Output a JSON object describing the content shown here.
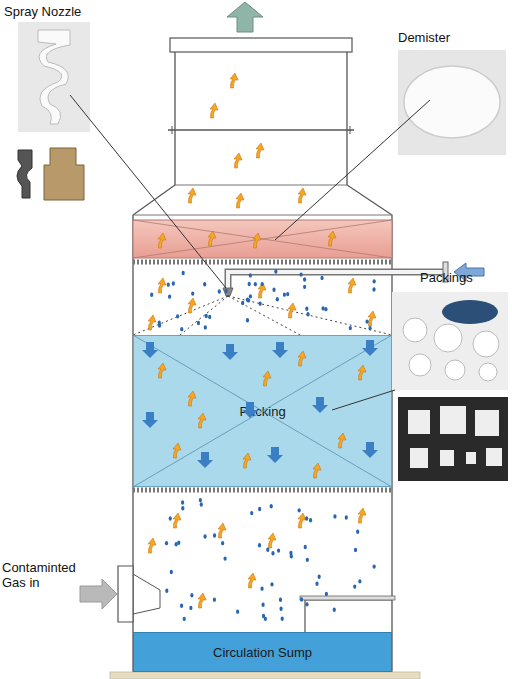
{
  "diagram": {
    "nodes": [
      {
        "text": [
          "Packing"
        ]
      },
      {
        "text": [
          "Circulation Sump"
        ]
      }
    ],
    "labels": [
      "Spray Nozzle",
      "Demister",
      "Packings",
      "Contaminted Gas in"
    ]
  }
}
